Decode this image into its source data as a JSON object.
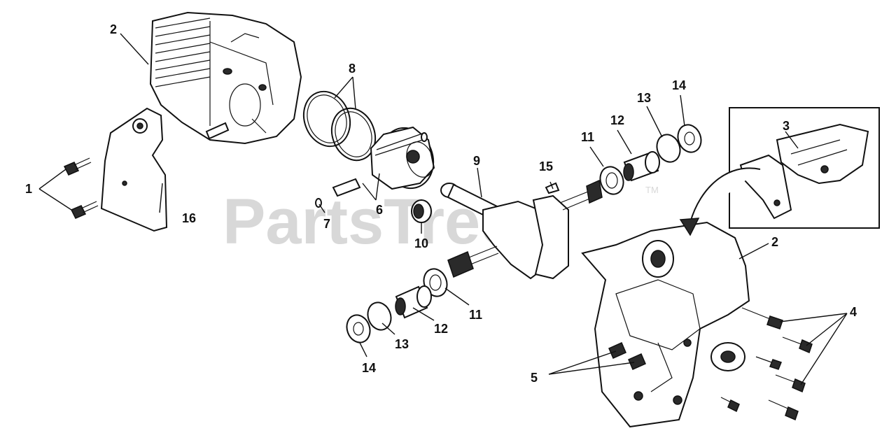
{
  "watermark": {
    "brand": "PartsTree",
    "trademark": "TM"
  },
  "callouts": {
    "c1": "1",
    "c2a": "2",
    "c2b": "2",
    "c3": "3",
    "c4": "4",
    "c5": "5",
    "c6": "6",
    "c7": "7",
    "c8": "8",
    "c9": "9",
    "c10": "10",
    "c11a": "11",
    "c11b": "11",
    "c12a": "12",
    "c12b": "12",
    "c13a": "13",
    "c13b": "13",
    "c14a": "14",
    "c14b": "14",
    "c15": "15",
    "c16": "16"
  }
}
